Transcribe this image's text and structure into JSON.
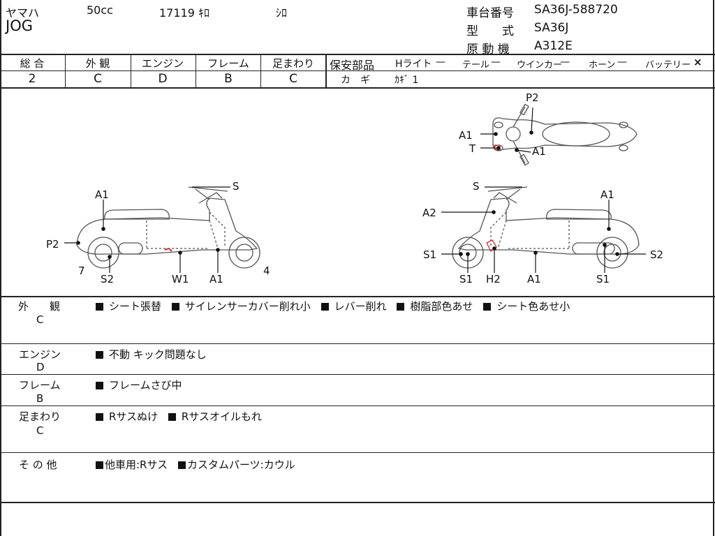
{
  "header": {
    "maker": "ヤマハ",
    "displacement": "50cc",
    "mileage": "17119 ｷﾛ",
    "color": "ｼﾛ",
    "model": "JOG",
    "frame_no_label": "車台番号",
    "frame_no": "SA36J-588720",
    "type_label": "型　　式",
    "type_value": "SA36J",
    "engine_label": "原 動 機",
    "engine_value": "A312E"
  },
  "grades": {
    "headers": [
      "総 合",
      "外 観",
      "エンジン",
      "フレーム",
      "足まわり"
    ],
    "values": [
      "2",
      "C",
      "D",
      "B",
      "C"
    ]
  },
  "safety": {
    "label": "保安部品",
    "items": [
      {
        "name": "Hライト",
        "value": "—"
      },
      {
        "name": "テール",
        "value": "—"
      },
      {
        "name": "ウインカー",
        "value": "—"
      },
      {
        "name": "ホーン",
        "value": "—"
      },
      {
        "name": "バッテリー",
        "value": "×"
      }
    ],
    "key_label": "カ　ギ",
    "key_value": "ｶｷﾞ 1"
  },
  "diagram": {
    "top": {
      "p2": "P2",
      "a1_left": "A1",
      "t": "T",
      "a1_right": "A1"
    },
    "left": {
      "a1": "A1",
      "s": "S",
      "p2": "P2",
      "n7": "7",
      "s2": "S2",
      "w1": "W1",
      "a1b": "A1",
      "n4": "4"
    },
    "right": {
      "s": "S",
      "a1": "A1",
      "a2": "A2",
      "s1a": "S1",
      "s2": "S2",
      "s1b": "S1",
      "h2": "H2",
      "a1b": "A1",
      "s1c": "S1"
    }
  },
  "remarks": [
    {
      "category": "外　　観",
      "grade": "C",
      "items": [
        "シート張替",
        "サイレンサーカバー削れ小",
        "レバー削れ",
        "樹脂部色あせ",
        "シート色あせ小"
      ]
    },
    {
      "category": "エンジン",
      "grade": "D",
      "items": [
        "不動 キック問題なし"
      ]
    },
    {
      "category": "フレーム",
      "grade": "B",
      "items": [
        "フレームさび中"
      ]
    },
    {
      "category": "足まわり",
      "grade": "C",
      "items": [
        "Rサスぬけ",
        "Rサスオイルもれ"
      ]
    },
    {
      "category": "そ の 他",
      "grade": "",
      "items": [
        "他車用:Rサス",
        "カスタムパーツ:カウル"
      ]
    }
  ]
}
